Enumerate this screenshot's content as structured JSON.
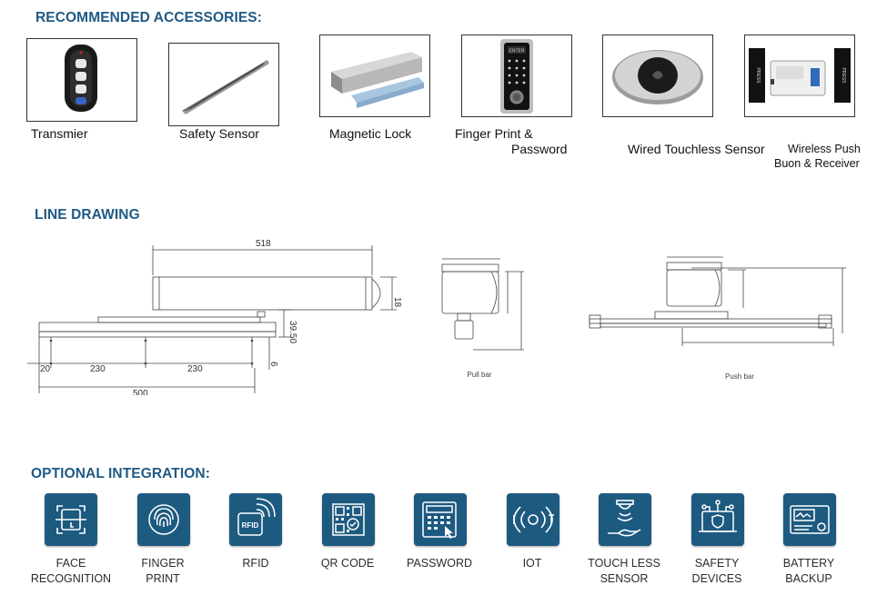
{
  "accessories": {
    "heading": "RECOMMENDED ACCESSORIES:",
    "items": [
      {
        "label": "Transmier"
      },
      {
        "label": "Safety Sensor"
      },
      {
        "label": "Magnetic Lock"
      },
      {
        "label_line1": "Finger Print &",
        "label_line2": "Password"
      },
      {
        "label": "Wired Touchless Sensor"
      },
      {
        "label_line1": "Wireless Push",
        "label_line2": "Buon & Receiver"
      }
    ],
    "keypad_screen_text": "ENTER",
    "press_text": "PRESS"
  },
  "line_drawing": {
    "heading": "LINE DRAWING",
    "dims": {
      "length_518": "518",
      "height_18": "18",
      "offset_3950": "39.50",
      "d_20": "20",
      "d_230_a": "230",
      "d_230_b": "230",
      "d_6": "6",
      "d_500": "500"
    },
    "pull_bar_label": "Pull bar",
    "push_bar_label": "Push bar"
  },
  "integration": {
    "heading": "OPTIONAL INTEGRATION:",
    "items": [
      {
        "icon": "face-recognition-icon",
        "line1": "FACE",
        "line2": "RECOGNITION"
      },
      {
        "icon": "fingerprint-icon",
        "line1": "FINGER",
        "line2": "PRINT"
      },
      {
        "icon": "rfid-icon",
        "line1": "RFID",
        "line2": "",
        "icon_text": "RFID"
      },
      {
        "icon": "qr-code-icon",
        "line1": "QR CODE",
        "line2": ""
      },
      {
        "icon": "password-keypad-icon",
        "line1": "PASSWORD",
        "line2": ""
      },
      {
        "icon": "iot-icon",
        "line1": "IOT",
        "line2": ""
      },
      {
        "icon": "touchless-sensor-icon",
        "line1": "TOUCH LESS",
        "line2": "SENSOR"
      },
      {
        "icon": "safety-devices-icon",
        "line1": "SAFETY",
        "line2": "DEVICES"
      },
      {
        "icon": "battery-backup-icon",
        "line1": "BATTERY",
        "line2": "BACKUP"
      }
    ]
  },
  "colors": {
    "heading": "#1f5a85",
    "tile": "#1d5a80"
  }
}
